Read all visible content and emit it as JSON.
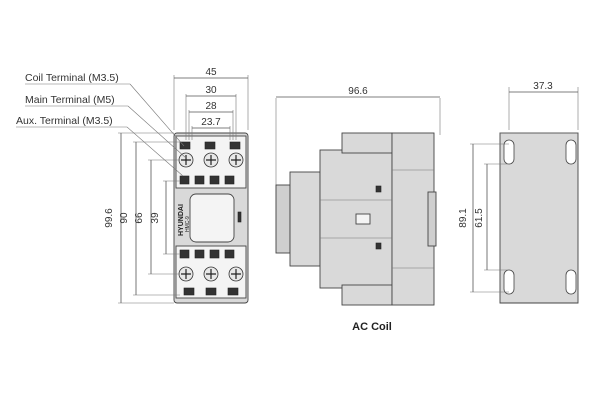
{
  "labels": {
    "coil_terminal": "Coil Terminal (M3.5)",
    "main_terminal": "Main Terminal (M5)",
    "aux_terminal": "Aux. Terminal (M3.5)",
    "brand": "HYUNDAI",
    "model": "HMC-9",
    "caption": "AC Coil"
  },
  "dimensions": {
    "front_width_45": "45",
    "front_width_30": "30",
    "front_width_28": "28",
    "front_width_23_7": "23.7",
    "height_99_6": "99.6",
    "height_90": "90",
    "height_66": "66",
    "height_39": "39",
    "side_depth_96_6": "96.6",
    "mount_width_37_3": "37.3",
    "mount_height_89_1": "89.1",
    "mount_height_61_5": "61.5"
  },
  "colors": {
    "body": "#d9d9d9",
    "outline": "#444444",
    "dimension_line": "#555555"
  }
}
